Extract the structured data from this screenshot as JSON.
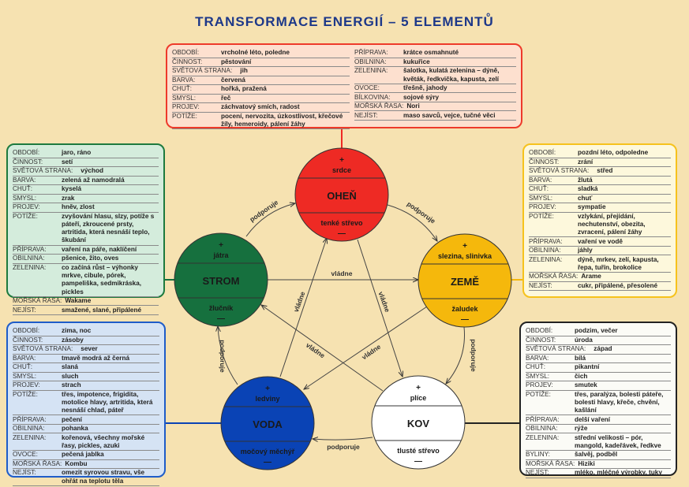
{
  "title": "TRANSFORMACE ENERGIÍ – 5 ELEMENTŮ",
  "colors": {
    "ohen": "#ee2a24",
    "strom": "#16703e",
    "zeme": "#f5b80c",
    "voda": "#0a43b5",
    "kov": "#ffffff",
    "background": "#f6e2b1",
    "title": "#1d3889"
  },
  "elements": [
    {
      "name": "OHEŇ",
      "top": "srdce",
      "bottom": "tenké střevo",
      "plus": "+",
      "minus": "—"
    },
    {
      "name": "STROM",
      "top": "játra",
      "bottom": "žlučník",
      "plus": "+",
      "minus": "—"
    },
    {
      "name": "ZEMĚ",
      "top": "slezina, slinivka",
      "bottom": "žaludek",
      "plus": "+",
      "minus": "—"
    },
    {
      "name": "VODA",
      "top": "ledviny",
      "bottom": "močový měchýř",
      "plus": "+",
      "minus": "—"
    },
    {
      "name": "KOV",
      "top": "plíce",
      "bottom": "tlusté střevo",
      "plus": "+",
      "minus": "—"
    }
  ],
  "arrows": {
    "support": "podporuje",
    "control": "vládne"
  },
  "boxes": {
    "ohen_left": [
      {
        "l": "OBDOBÍ:",
        "v": "vrcholné léto, poledne"
      },
      {
        "l": "ČINNOST:",
        "v": "pěstování"
      },
      {
        "l": "SVĚTOVÁ STRANA:",
        "v": "jih"
      },
      {
        "l": "BARVA:",
        "v": "červená"
      },
      {
        "l": "CHUŤ:",
        "v": "hořká, pražená"
      },
      {
        "l": "SMYSL:",
        "v": "řeč"
      },
      {
        "l": "PROJEV:",
        "v": "záchvatový smích, radost"
      },
      {
        "l": "POTÍŽE:",
        "v": "pocení, nervozita, úzkostlivost, křečové žíly, hemeroidy, pálení žáhy"
      }
    ],
    "ohen_right": [
      {
        "l": "PŘÍPRAVA:",
        "v": "krátce osmahnuté"
      },
      {
        "l": "OBILNINA:",
        "v": "kukuřice"
      },
      {
        "l": "ZELENINA:",
        "v": "šalotka, kulatá zelenina – dýně, květák, ředkvička, kapusta, zelí"
      },
      {
        "l": "OVOCE:",
        "v": "třešně, jahody"
      },
      {
        "l": "BÍLKOVINA:",
        "v": "sojové sýry"
      },
      {
        "l": "MOŘSKÁ ŘASA:",
        "v": "Nori"
      },
      {
        "l": "NEJÍST:",
        "v": "maso savců, vejce, tučné věci"
      }
    ],
    "strom": [
      {
        "l": "OBDOBÍ:",
        "v": "jaro, ráno"
      },
      {
        "l": "ČINNOST:",
        "v": "setí"
      },
      {
        "l": "SVĚTOVÁ STRANA:",
        "v": "východ"
      },
      {
        "l": "BARVA:",
        "v": "zelená až namodralá"
      },
      {
        "l": "CHUŤ:",
        "v": "kyselá"
      },
      {
        "l": "SMYSL:",
        "v": "zrak"
      },
      {
        "l": "PROJEV:",
        "v": "hněv, zlost"
      },
      {
        "l": "POTÍŽE:",
        "v": "zvyšování hlasu, slzy, potíže s páteří, zkroucené prsty, artritida, která nesnáší teplo, škubání"
      },
      {
        "l": "PŘÍPRAVA:",
        "v": "vaření na páře, naklíčení"
      },
      {
        "l": "OBILNINA:",
        "v": "pšenice, žito, oves"
      },
      {
        "l": "ZELENINA:",
        "v": "co začíná růst – výhonky mrkve, cibule, pórek, pampeliška, sedmikráska, pickles"
      },
      {
        "l": "MOŘSKÁ ŘASA:",
        "v": "Wakame"
      },
      {
        "l": "NEJÍST:",
        "v": "smažené, slané, připálené"
      }
    ],
    "zeme": [
      {
        "l": "OBDOBÍ:",
        "v": "pozdní léto, odpoledne"
      },
      {
        "l": "ČINNOST:",
        "v": "zrání"
      },
      {
        "l": "SVĚTOVÁ STRANA:",
        "v": "střed"
      },
      {
        "l": "BARVA:",
        "v": "žlutá"
      },
      {
        "l": "CHUŤ:",
        "v": "sladká"
      },
      {
        "l": "SMYSL:",
        "v": "chuť"
      },
      {
        "l": "PROJEV:",
        "v": "sympatie"
      },
      {
        "l": "POTÍŽE:",
        "v": "vzlykání, přejídání, nechutenství, obezita, zvracení, pálení žáhy"
      },
      {
        "l": "PŘÍPRAVA:",
        "v": "vaření ve vodě"
      },
      {
        "l": "OBILNINA:",
        "v": "jáhly"
      },
      {
        "l": "ZELENINA:",
        "v": "dýně, mrkev, zelí, kapusta, řepa, tuřín, brokolice"
      },
      {
        "l": "MOŘSKÁ ŘASA:",
        "v": "Arame"
      },
      {
        "l": "NEJÍST:",
        "v": "cukr, připálené, přesolené"
      }
    ],
    "voda": [
      {
        "l": "OBDOBÍ:",
        "v": "zima, noc"
      },
      {
        "l": "ČINNOST:",
        "v": "zásoby"
      },
      {
        "l": "SVĚTOVÁ STRANA:",
        "v": "sever"
      },
      {
        "l": "BARVA:",
        "v": "tmavě modrá až černá"
      },
      {
        "l": "CHUŤ:",
        "v": "slaná"
      },
      {
        "l": "SMYSL:",
        "v": "sluch"
      },
      {
        "l": "PROJEV:",
        "v": "strach"
      },
      {
        "l": "POTÍŽE:",
        "v": "třes, impotence, frigidita, motolice hlavy, artritida, která nesnáší chlad, páteř"
      },
      {
        "l": "PŘÍPRAVA:",
        "v": "pečení"
      },
      {
        "l": "OBILNINA:",
        "v": "pohanka"
      },
      {
        "l": "ZELENINA:",
        "v": "kořenová, všechny mořské řasy, pickles, azuki"
      },
      {
        "l": "OVOCE:",
        "v": "pečená jablka"
      },
      {
        "l": "MOŘSKÁ ŘASA:",
        "v": "Kombu"
      },
      {
        "l": "NEJÍST:",
        "v": "omezit syrovou stravu, vše ohřát na teplotu těla"
      }
    ],
    "kov": [
      {
        "l": "OBDOBÍ:",
        "v": "podzim, večer"
      },
      {
        "l": "ČINNOST:",
        "v": "úroda"
      },
      {
        "l": "SVĚTOVÁ STRANA:",
        "v": "západ"
      },
      {
        "l": "BARVA:",
        "v": "bílá"
      },
      {
        "l": "CHUŤ:",
        "v": "pikantní"
      },
      {
        "l": "SMYSL:",
        "v": "čich"
      },
      {
        "l": "PROJEV:",
        "v": "smutek"
      },
      {
        "l": "POTÍŽE:",
        "v": "třes, paralýza, bolesti páteře, bolesti hlavy, křeče, chvění, kašlání"
      },
      {
        "l": "PŘÍPRAVA:",
        "v": "delší vaření"
      },
      {
        "l": "OBILNINA:",
        "v": "rýže"
      },
      {
        "l": "ZELENINA:",
        "v": "střední velikosti – pór, mangold, kadeřávek, ředkve"
      },
      {
        "l": "BYLINY:",
        "v": "šalvěj, podběl"
      },
      {
        "l": "MOŘSKÁ ŘASA:",
        "v": "Hiziki"
      },
      {
        "l": "NEJÍST:",
        "v": "mléko, mléčné výrobky, tuky"
      }
    ]
  }
}
